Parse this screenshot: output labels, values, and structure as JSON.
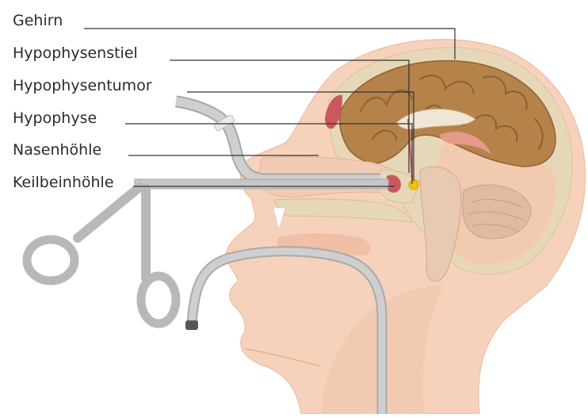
{
  "labels": [
    "Gehirn",
    "Hypophysenstiel",
    "Hypophysentumor",
    "Hypophyse",
    "Nasenhöhle",
    "Keilbeinhöhle"
  ],
  "colors": {
    "skin": "#f6d2bc",
    "skin_dark": "#e9b79a",
    "bone": "#e6d7b8",
    "brain": "#b5834a",
    "brain_fold": "#8f6331",
    "tumor": "#f2c200",
    "pituitary": "#c9585f",
    "instrument": "#c6c6c6",
    "instrument_edge": "#a7a7a7",
    "leader_line": "#333333"
  },
  "icons": [
    "head-cross-section-illustration",
    "endoscope-instrument",
    "forceps-instrument",
    "tube-instrument"
  ]
}
